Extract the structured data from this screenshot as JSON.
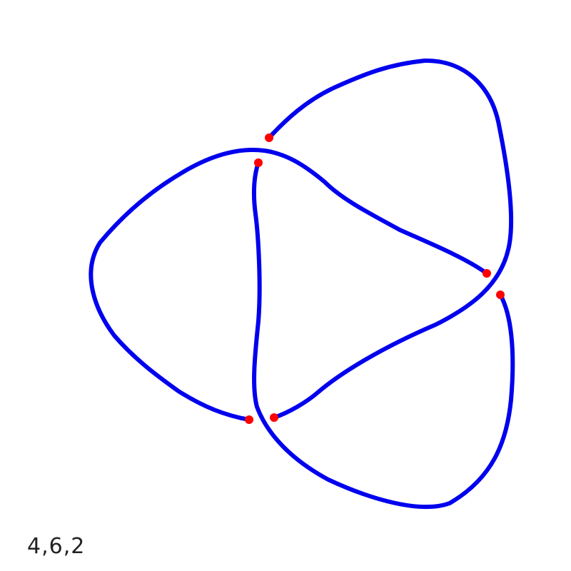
{
  "caption": "4,6,2",
  "colors": {
    "background": "#ffffff",
    "strand": "#0000ee",
    "endpoint": "#ff0000"
  },
  "strands": [
    {
      "name": "strand-upper-lobe"
    },
    {
      "name": "strand-lower-lobe"
    },
    {
      "name": "strand-left-lobe"
    }
  ],
  "endpoints": [
    {
      "name": "endpoint-upper-start"
    },
    {
      "name": "endpoint-upper-end"
    },
    {
      "name": "endpoint-lower-start"
    },
    {
      "name": "endpoint-lower-end"
    },
    {
      "name": "endpoint-left-start"
    },
    {
      "name": "endpoint-left-end"
    }
  ]
}
